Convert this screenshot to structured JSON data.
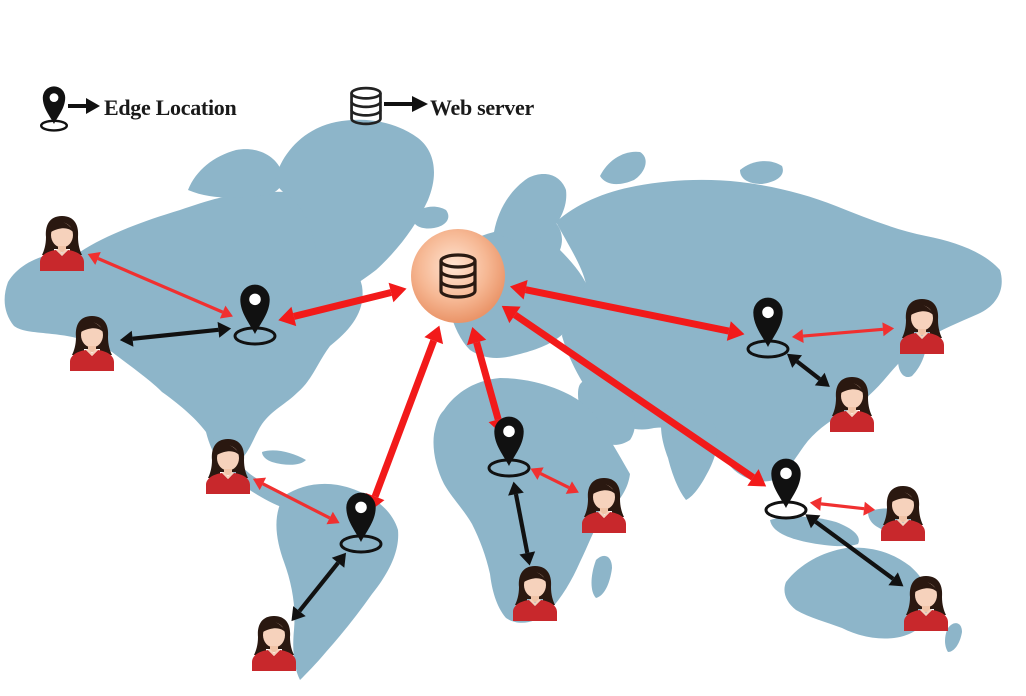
{
  "legend": {
    "edge_label": "Edge Location",
    "edge_icon": "map-pin-icon",
    "web_label": "Web server",
    "web_icon": "database-icon"
  },
  "colors": {
    "map": "#8db5c9",
    "server_link": "#f21a1a",
    "user_link_red": "#f03030",
    "user_link_black": "#111111",
    "server_glow": "#f0a070",
    "user_shirt": "#c8282c",
    "user_skin": "#f6d2bc",
    "user_hair": "#2a1810"
  },
  "diagram": {
    "nodes": {
      "web_server": {
        "type": "web-server",
        "icon": "database-icon"
      },
      "edge_locations": [
        {
          "id": "north-america",
          "icon": "map-pin-icon"
        },
        {
          "id": "south-america",
          "icon": "map-pin-icon"
        },
        {
          "id": "africa",
          "icon": "map-pin-icon"
        },
        {
          "id": "asia",
          "icon": "map-pin-icon"
        },
        {
          "id": "southeast-asia",
          "icon": "map-pin-icon"
        }
      ],
      "users": [
        {
          "id": "user-1",
          "icon": "user-icon",
          "edge": "north-america",
          "link": "red"
        },
        {
          "id": "user-2",
          "icon": "user-icon",
          "edge": "north-america",
          "link": "black"
        },
        {
          "id": "user-3",
          "icon": "user-icon",
          "edge": "south-america",
          "link": "red"
        },
        {
          "id": "user-4",
          "icon": "user-icon",
          "edge": "south-america",
          "link": "black"
        },
        {
          "id": "user-5",
          "icon": "user-icon",
          "edge": "africa",
          "link": "red"
        },
        {
          "id": "user-6",
          "icon": "user-icon",
          "edge": "africa",
          "link": "black"
        },
        {
          "id": "user-7",
          "icon": "user-icon",
          "edge": "asia",
          "link": "red"
        },
        {
          "id": "user-8",
          "icon": "user-icon",
          "edge": "asia",
          "link": "black"
        },
        {
          "id": "user-9",
          "icon": "user-icon",
          "edge": "southeast-asia",
          "link": "red"
        },
        {
          "id": "user-10",
          "icon": "user-icon",
          "edge": "southeast-asia",
          "link": "black"
        }
      ]
    },
    "server_links": [
      "north-america",
      "south-america",
      "africa",
      "asia",
      "southeast-asia"
    ]
  }
}
